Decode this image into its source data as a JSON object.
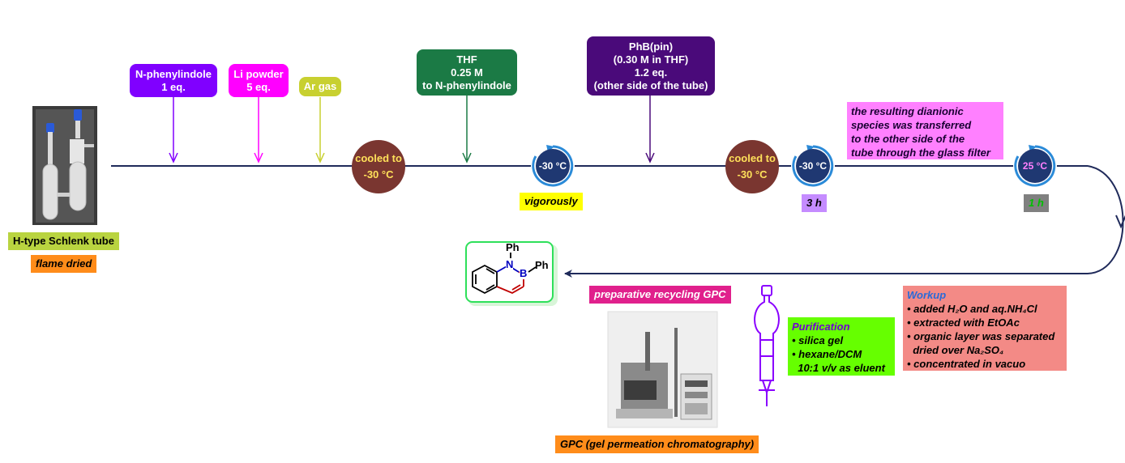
{
  "reagents": {
    "n_phenylindole": [
      "N-phenylindole",
      "1  eq."
    ],
    "li_powder": [
      "Li powder",
      "5 eq."
    ],
    "ar_gas": "Ar gas",
    "thf": [
      "THF",
      "0.25 M",
      "to N-phenylindole"
    ],
    "phbpin": [
      "PhB(pin)",
      "(0.30 M in THF)",
      "1.2 eq.",
      "(other side of the tube)"
    ]
  },
  "steps": {
    "cooled1": [
      "cooled to",
      "-30 °C"
    ],
    "temp1": "-30 °C",
    "vigorously": "vigorously",
    "cooled2": [
      "cooled to",
      "-30 °C"
    ],
    "temp2": "-30 °C",
    "time2": "3 h",
    "transfer_note": [
      "the resulting dianionic",
      "species was transferred",
      "to the other side of the",
      "tube through the glass filter"
    ],
    "temp3": "25 °C",
    "time3": "1 h"
  },
  "apparatus": {
    "label": "H-type Schlenk tube",
    "note": "flame dried"
  },
  "product": {
    "n_sub": "Ph",
    "b_sub": "Ph",
    "n_atom": "N",
    "b_atom": "B"
  },
  "gpc": {
    "header": "preparative recycling GPC",
    "caption": "GPC (gel permeation chromatography)"
  },
  "purification": {
    "title": "Purification",
    "lines": [
      "• silica gel",
      "• hexane/DCM",
      "  10:1 v/v as eluent"
    ]
  },
  "workup": {
    "title": "Workup",
    "lines": [
      "• added H₂O and aq.NH₄Cl",
      "• extracted with EtOAc",
      "• organic layer was separated",
      "  dried over Na₂SO₄",
      "• concentrated in vacuo"
    ]
  },
  "colors": {
    "timeline": "#1f2a5a",
    "n_phenylindole": "#8000ff",
    "li_powder": "#ff00ff",
    "ar_gas": "#c8d030",
    "thf": "#1b7a45",
    "phbpin": "#4a0a7a",
    "cooled": "#7a3630",
    "temp_inner": "#1f3872",
    "vigorously_bg": "#ffff00",
    "time2_bg": "#c58cff",
    "time3_bg": "#808080",
    "time3_text": "#00c000",
    "transfer_bg": "#ff80ff",
    "apparatus_label_bg": "#b9d440",
    "apparatus_note_bg": "#ff8c1a",
    "gpc_header_bg": "#e0208c",
    "gpc_caption_bg": "#ff8c1a",
    "purification_bg": "#66ff00",
    "workup_bg": "#f38a86"
  }
}
